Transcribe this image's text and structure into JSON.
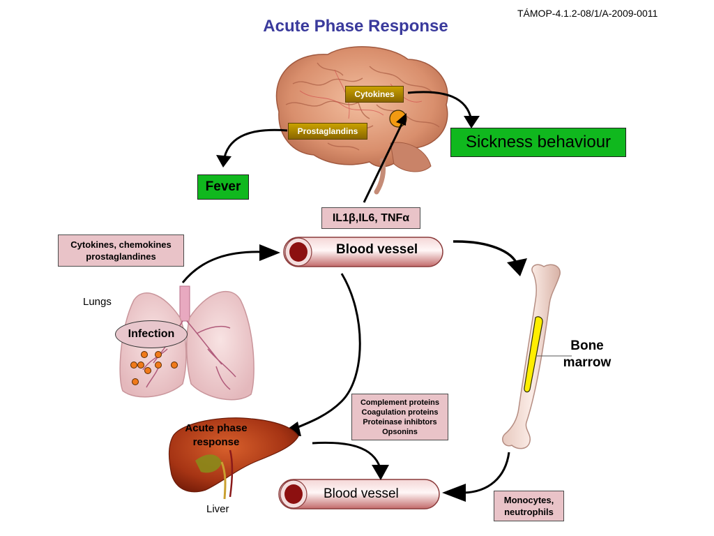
{
  "header": {
    "title": "Acute Phase Response",
    "code": "TÁMOP-4.1.2-08/1/A-2009-0011"
  },
  "brain": {
    "cytokines_label": "Cytokines",
    "prostaglandins_label": "Prostaglandins"
  },
  "outcomes": {
    "sickness_behaviour": "Sickness behaviour",
    "fever": "Fever"
  },
  "mediators": {
    "il_tnf": "IL1β,IL6, TNFα"
  },
  "lungs": {
    "source_box_line1": "Cytokines, chemokines",
    "source_box_line2": "prostaglandines",
    "label": "Lungs",
    "infection_label": "Infection"
  },
  "vessels": {
    "upper_label": "Blood vessel",
    "lower_label": "Blood vessel"
  },
  "bone": {
    "label_line1": "Bone",
    "label_line2": "marrow"
  },
  "liver": {
    "response_line1": "Acute phase",
    "response_line2": "response",
    "label": "Liver"
  },
  "proteins": {
    "lines": [
      "Complement proteins",
      "Coagulation proteins",
      "Proteinase inhibtors",
      "Opsonins"
    ]
  },
  "cells": {
    "line1": "Monocytes,",
    "line2": "neutrophils"
  },
  "colors": {
    "title_blue": "#3a3a9c",
    "green_box": "#10b81e",
    "pink_box": "#e9c3c8",
    "gold_label": "#a07c00",
    "vessel_red": "#8c1010"
  }
}
